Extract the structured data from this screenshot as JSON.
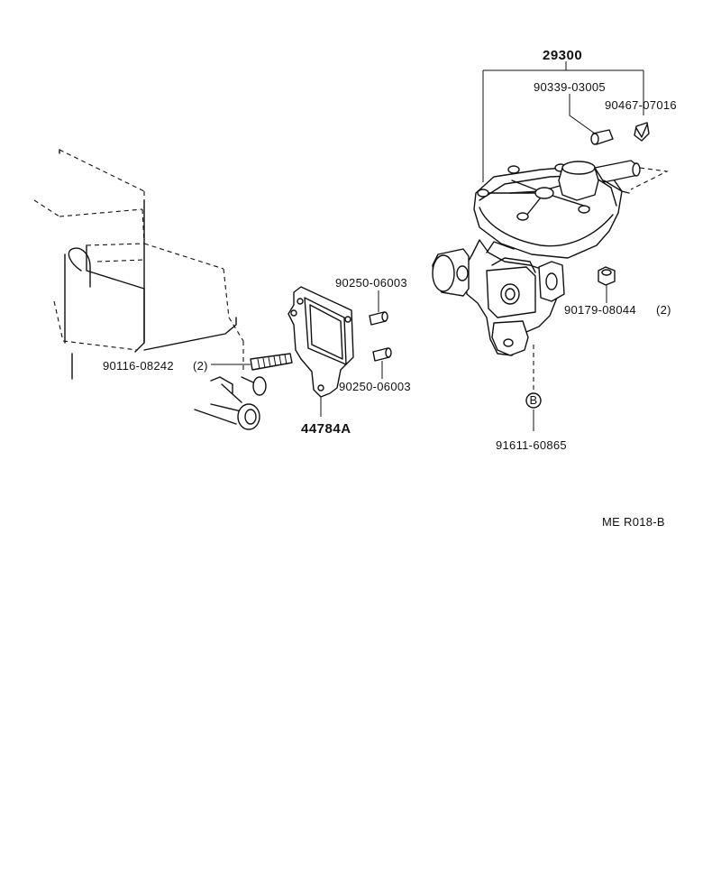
{
  "labels": {
    "part_29300": "29300",
    "part_90339_03005": "90339-03005",
    "part_90467_07016": "90467-07016",
    "part_90250_06003_upper": "90250-06003",
    "part_90250_06003_lower": "90250-06003",
    "part_90179_08044": "90179-08044",
    "part_90179_08044_qty": "(2)",
    "part_90116_08242": "90116-08242",
    "part_90116_08242_qty": "(2)",
    "part_44784A": "44784A",
    "part_91611_60865": "91611-60865",
    "bolt_marker": "B",
    "diagram_ref": "ME R018-B"
  }
}
